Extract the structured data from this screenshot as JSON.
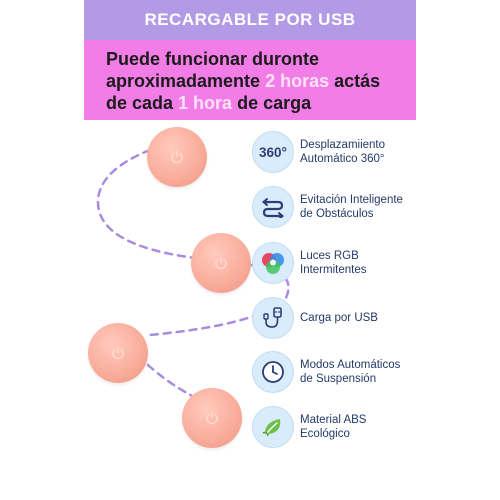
{
  "header": {
    "title": "RECARGABLE POR USB"
  },
  "intro": {
    "part1": "Puede funcionar duronte aproximadamente ",
    "highlight1": "2 horas",
    "part2": " actás de cada ",
    "highlight2": "1 hora",
    "part3": " de carga"
  },
  "features": [
    {
      "icon": "rotation-360-icon",
      "icon_text": "360°",
      "label": "Desplazamiiento\nAutomático 360°"
    },
    {
      "icon": "obstacle-avoid-icon",
      "label": "Evitación Inteligente\nde Obstáculos"
    },
    {
      "icon": "rgb-lights-icon",
      "label": "Luces RGB\nIntermitentes"
    },
    {
      "icon": "usb-cable-icon",
      "label": "Carga por USB"
    },
    {
      "icon": "clock-icon",
      "label": "Modos Automáticos\nde Suspensión"
    },
    {
      "icon": "leaf-icon",
      "label": "Material ABS\nEcológico"
    }
  ],
  "colors": {
    "banner": "#b39ae6",
    "subbanner": "#f37de6",
    "highlight": "#ffe2fa",
    "ball": "#f9ab99",
    "icon_bg": "#d9ecfb",
    "dash_path": "#a98be0"
  }
}
